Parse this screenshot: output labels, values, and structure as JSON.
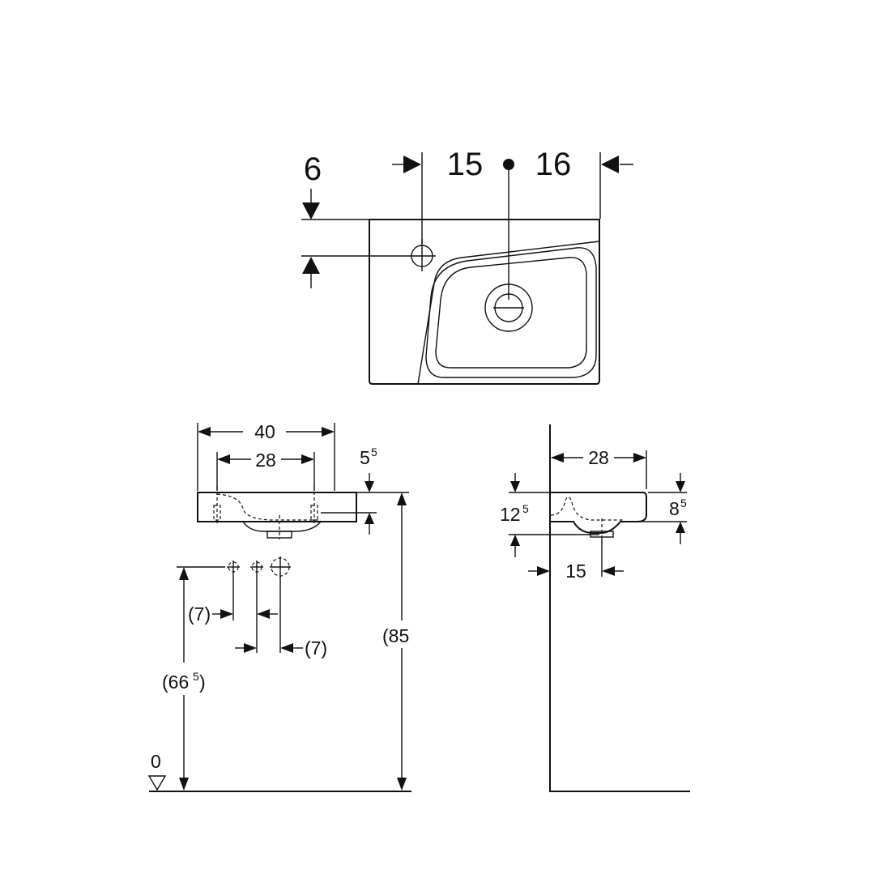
{
  "top_view": {
    "dim_left_offset": "6",
    "dim_tap_to_center": "15",
    "dim_center_to_right": "16"
  },
  "front_view": {
    "width": "40",
    "hole_spacing": "28",
    "rim_base": "5",
    "rim_sup": "5",
    "supply_left": "(7)",
    "supply_right": "(7)",
    "drain_height_base": "(66",
    "drain_height_sup": "5",
    "drain_height_close": ")",
    "rim_height": "(85",
    "floor_label": "0"
  },
  "side_view": {
    "depth": "28",
    "total_height_base": "12",
    "total_height_sup": "5",
    "bowl_height_base": "8",
    "bowl_height_sup": "5",
    "drain_offset": "15"
  }
}
